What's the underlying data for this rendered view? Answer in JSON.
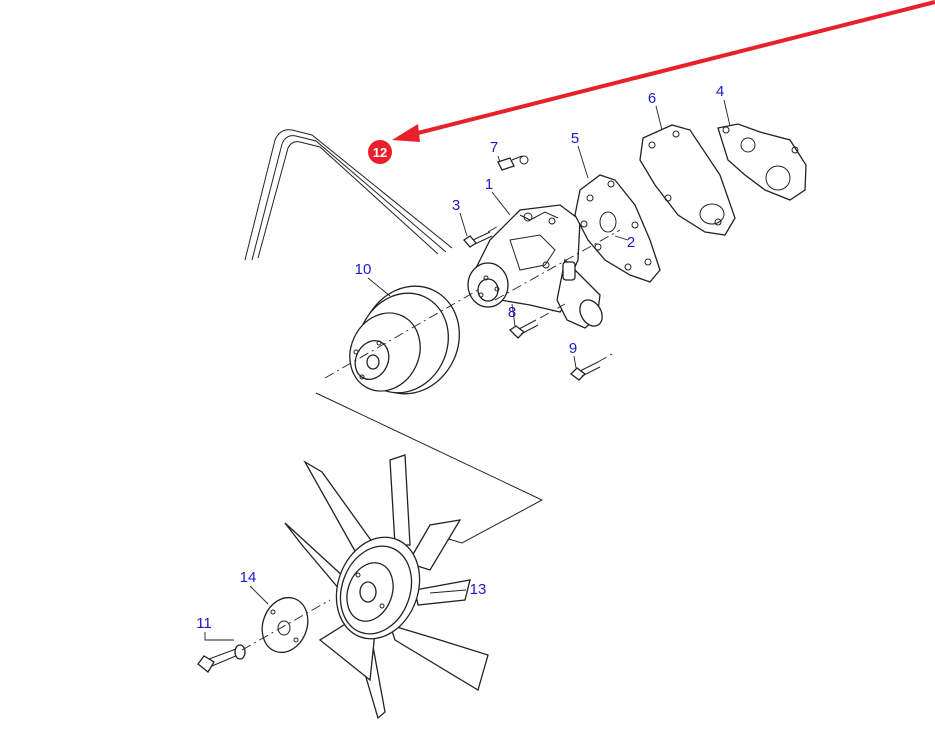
{
  "diagram": {
    "callouts": [
      {
        "id": "c1",
        "label": "1"
      },
      {
        "id": "c2",
        "label": "2"
      },
      {
        "id": "c3",
        "label": "3"
      },
      {
        "id": "c4",
        "label": "4"
      },
      {
        "id": "c5",
        "label": "5"
      },
      {
        "id": "c6",
        "label": "6"
      },
      {
        "id": "c7",
        "label": "7"
      },
      {
        "id": "c8",
        "label": "8"
      },
      {
        "id": "c9",
        "label": "9"
      },
      {
        "id": "c10",
        "label": "10"
      },
      {
        "id": "c11",
        "label": "11"
      },
      {
        "id": "c13",
        "label": "13"
      },
      {
        "id": "c14",
        "label": "14"
      }
    ],
    "highlight": {
      "label": "12",
      "color": "#e8202a"
    },
    "colors": {
      "callout_text": "#1a1acc",
      "line_art": "#222222",
      "arrow": "#e8202a"
    }
  }
}
